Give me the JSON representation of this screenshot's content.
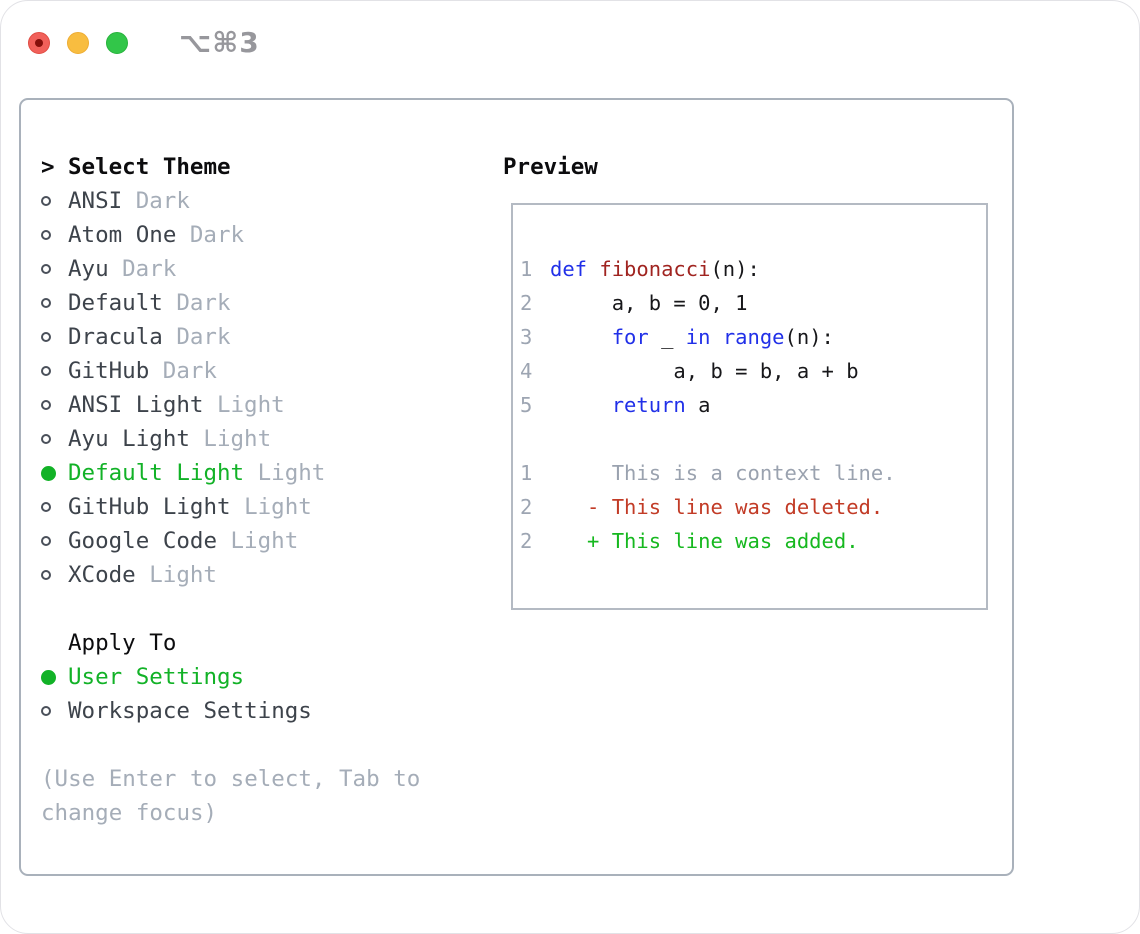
{
  "window": {
    "title": "⌥⌘3",
    "traffic_lights": [
      "close",
      "minimize",
      "zoom"
    ]
  },
  "colors": {
    "traffic_red": "#f1605a",
    "traffic_yellow": "#f8bd40",
    "traffic_green": "#32c649",
    "title_gray": "#97979c",
    "panel_border": "#a9b1bb",
    "preview_border": "#b4bac3",
    "text_black": "#0c0c0e",
    "text_dark": "#3d434b",
    "muted": "#a5adb8",
    "green": "#12b227",
    "line_number": "#9da5b2",
    "keyword_blue": "#2130e8",
    "function_red": "#a02420",
    "code_black": "#17171a",
    "context_gray": "#9aa2af",
    "deleted_red": "#c23b26",
    "added_green": "#16b81f"
  },
  "selector": {
    "header_prefix": ">",
    "header": "Select Theme",
    "themes": [
      {
        "name": "ANSI",
        "variant": "Dark",
        "selected": false
      },
      {
        "name": "Atom One",
        "variant": "Dark",
        "selected": false
      },
      {
        "name": "Ayu",
        "variant": "Dark",
        "selected": false
      },
      {
        "name": "Default",
        "variant": "Dark",
        "selected": false
      },
      {
        "name": "Dracula",
        "variant": "Dark",
        "selected": false
      },
      {
        "name": "GitHub",
        "variant": "Dark",
        "selected": false
      },
      {
        "name": "ANSI Light",
        "variant": "Light",
        "selected": false
      },
      {
        "name": "Ayu Light",
        "variant": "Light",
        "selected": false
      },
      {
        "name": "Default Light",
        "variant": "Light",
        "selected": true
      },
      {
        "name": "GitHub Light",
        "variant": "Light",
        "selected": false
      },
      {
        "name": "Google Code",
        "variant": "Light",
        "selected": false
      },
      {
        "name": "XCode",
        "variant": "Light",
        "selected": false
      }
    ],
    "apply_to": {
      "label": "Apply To",
      "options": [
        {
          "name": "User Settings",
          "selected": true
        },
        {
          "name": "Workspace Settings",
          "selected": false
        }
      ]
    },
    "hint": "(Use Enter to select, Tab to change focus)"
  },
  "preview": {
    "label": "Preview",
    "lines": [
      {
        "num": "1",
        "segs": [
          {
            "t": "def",
            "c": "kw"
          },
          {
            "t": " ",
            "c": "pl"
          },
          {
            "t": "fibonacci",
            "c": "fn"
          },
          {
            "t": "(n):",
            "c": "pl"
          }
        ]
      },
      {
        "num": "2",
        "segs": [
          {
            "t": "     a, b = 0, 1",
            "c": "pl"
          }
        ]
      },
      {
        "num": "3",
        "segs": [
          {
            "t": "     ",
            "c": "pl"
          },
          {
            "t": "for",
            "c": "kw"
          },
          {
            "t": " _ ",
            "c": "pl"
          },
          {
            "t": "in",
            "c": "kw"
          },
          {
            "t": " ",
            "c": "pl"
          },
          {
            "t": "range",
            "c": "kw"
          },
          {
            "t": "(n):",
            "c": "pl"
          }
        ]
      },
      {
        "num": "4",
        "segs": [
          {
            "t": "          a, b = b, a + b",
            "c": "pl"
          }
        ]
      },
      {
        "num": "5",
        "segs": [
          {
            "t": "     ",
            "c": "pl"
          },
          {
            "t": "return",
            "c": "kw"
          },
          {
            "t": " a",
            "c": "pl"
          }
        ]
      },
      {
        "blank": true
      },
      {
        "num": "1",
        "segs": [
          {
            "t": "     This is a context line.",
            "c": "ctx"
          }
        ]
      },
      {
        "num": "2",
        "segs": [
          {
            "t": "   - This line was deleted.",
            "c": "del"
          }
        ]
      },
      {
        "num": "2",
        "segs": [
          {
            "t": "   + This line was added.",
            "c": "add"
          }
        ]
      }
    ]
  }
}
